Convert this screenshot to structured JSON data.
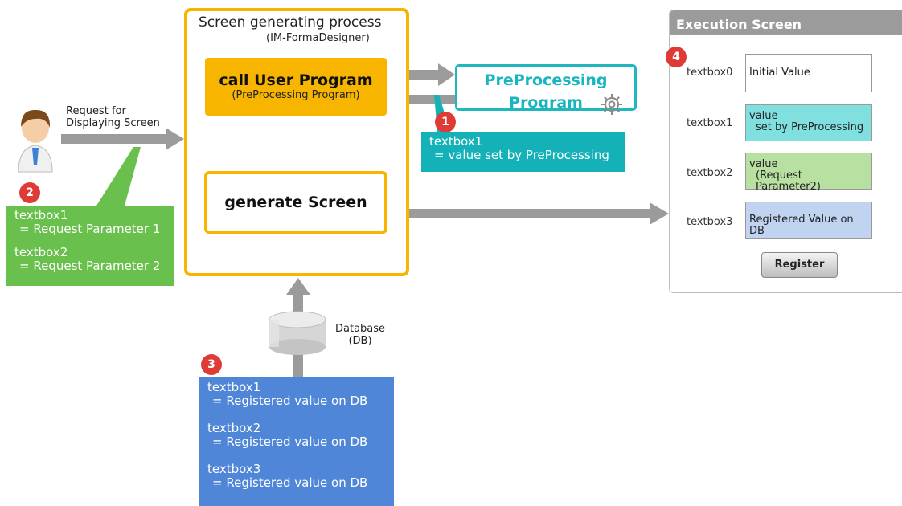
{
  "colors": {
    "process_border": "#f7b500",
    "teal": "#14b2b8",
    "green": "#69c04c",
    "blue": "#4f86d8",
    "badge": "#e03a37",
    "arrow": "#9b9b9b"
  },
  "user": {
    "icon": "person-icon",
    "request_label_line1": "Request for",
    "request_label_line2": "Displaying Screen"
  },
  "process": {
    "title": "Screen generating process",
    "subtitle": "(IM-FormaDesigner)",
    "call_title": "call User Program",
    "call_subtitle": "(PreProcessing Program)",
    "generate_label": "generate Screen"
  },
  "preprocessing": {
    "line1": "PreProcessing",
    "line2": "Program",
    "icon": "gear-icon"
  },
  "callouts": {
    "one": {
      "badge": "1",
      "line1": "textbox1",
      "line2": "= value set by PreProcessing"
    },
    "two": {
      "badge": "2",
      "line1": "textbox1",
      "line2": "= Request Parameter 1",
      "line3": "textbox2",
      "line4": "= Request Parameter 2"
    },
    "three": {
      "badge": "3",
      "line1": "textbox1",
      "line2": "= Registered value on DB",
      "line3": "textbox2",
      "line4": "= Registered value on DB",
      "line5": "textbox3",
      "line6": "= Registered value on DB"
    }
  },
  "database": {
    "label_line1": "Database",
    "label_line2": "(DB)",
    "icon": "database-icon"
  },
  "execution": {
    "title": "Execution Screen",
    "badge": "4",
    "rows": [
      {
        "label": "textbox0",
        "value": "Initial Value",
        "color": "#ffffff"
      },
      {
        "label": "textbox1",
        "line1": "value",
        "line2": "set by PreProcessing",
        "color": "#80e0e0"
      },
      {
        "label": "textbox2",
        "line1": "value",
        "line2": "(Request Parameter2)",
        "color": "#b8e0a0"
      },
      {
        "label": "textbox3",
        "value": "Registered Value on DB",
        "color": "#c0d4f2"
      }
    ],
    "register_label": "Register"
  }
}
